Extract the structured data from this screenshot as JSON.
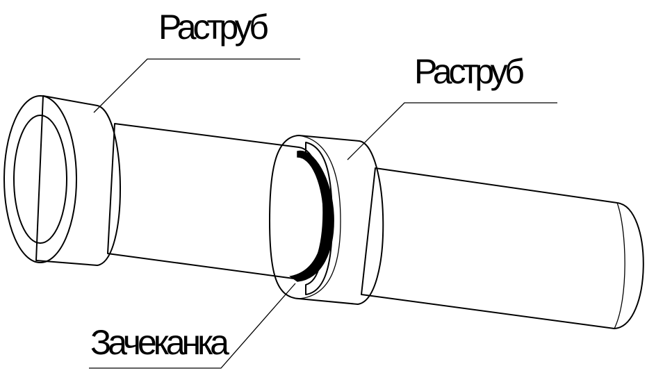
{
  "labels": {
    "top_left": "Раструб",
    "top_right": "Раструб",
    "bottom": "Зачеканка"
  },
  "colors": {
    "stroke": "#000000",
    "fill": "#ffffff",
    "seal": "#000000"
  }
}
